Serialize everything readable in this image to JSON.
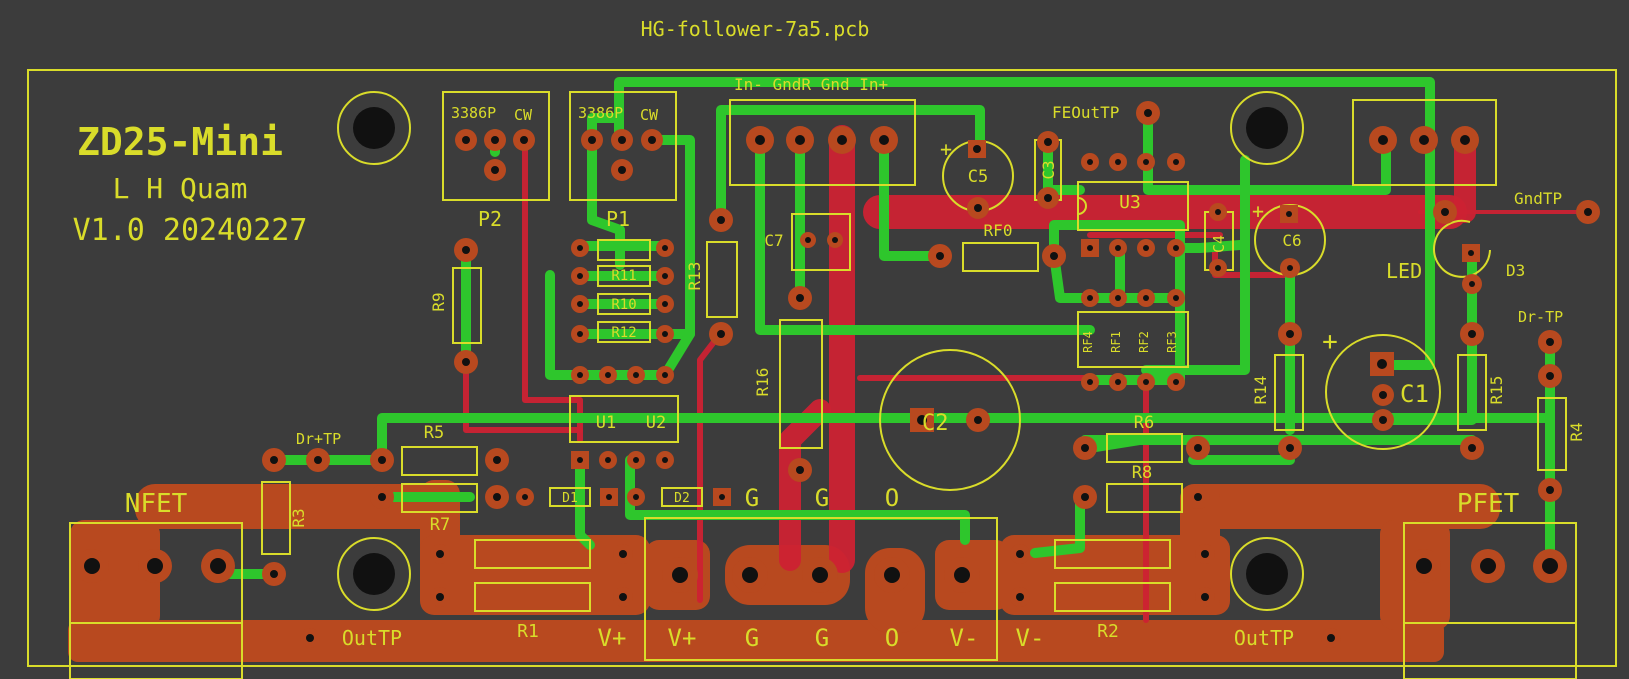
{
  "filename": "HG-follower-7a5.pcb",
  "board": {
    "line1": "ZD25-Mini",
    "line2": "L H Quam",
    "line3": "V1.0 20240227"
  },
  "colors": {
    "background": "#3c3c3c",
    "silkscreen": "#d9dc2a",
    "top_copper": "#2ec62c",
    "bottom_copper": "#cc2233",
    "pour": "#b8491f"
  },
  "labels": {
    "p2": "P2",
    "p1": "P1",
    "trim1": "3386P",
    "trim2": "3386P",
    "cw1": "CW",
    "cw2": "CW",
    "conn_input": "In- GndR Gnd In+",
    "c5": "C5",
    "c3": "C3",
    "c7": "C7",
    "c2": "C2",
    "c6": "C6",
    "c4": "C4",
    "c1": "C1",
    "fe_out": "FEOutTP",
    "u3": "U3",
    "rf0": "RF0",
    "gnd_tp": "GndTP",
    "led": "LED",
    "d3": "D3",
    "dr_minus": "Dr-TP",
    "dr_plus": "Dr+TP",
    "r9": "R9",
    "r13": "R13",
    "r16": "R16",
    "r14": "R14",
    "r15": "R15",
    "r4": "R4",
    "r3": "R3",
    "r5": "R5",
    "r7": "R7",
    "r6": "R6",
    "r8": "R8",
    "r1": "R1",
    "r2": "R2",
    "r11": "R11",
    "r10": "R10",
    "r12": "R12",
    "rf4": "RF4",
    "rf1": "RF1",
    "rf2": "RF2",
    "rf3": "RF3",
    "u1": "U1",
    "u2": "U2",
    "d1": "D1",
    "d2": "D2",
    "nfet": "NFET",
    "pfet": "PFET",
    "out_tp_left": "OutTP",
    "out_tp_right": "OutTP",
    "g1": "G",
    "g2": "G",
    "o_top": "O",
    "v_plus_left": "V+",
    "v_plus": "V+",
    "g_bottom_1": "G",
    "g_bottom_2": "G",
    "o_bottom": "O",
    "v_minus": "V-",
    "v_minus_right": "V-",
    "plus1": "+",
    "plus2": "+",
    "plus3": "+"
  }
}
